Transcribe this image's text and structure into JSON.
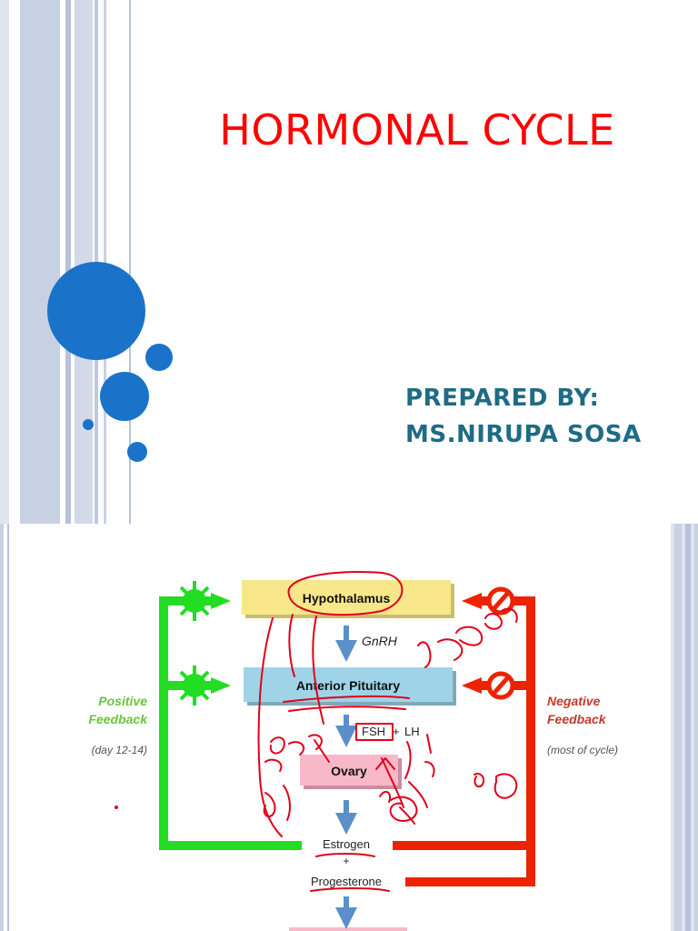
{
  "slide1": {
    "title": "HORMONAL CYCLE",
    "prepared_by": "PREPARED BY:",
    "author": "MS.NIRUPA SOSA",
    "colors": {
      "title": "#ff0000",
      "author": "#1f6b84",
      "bubble": "#1a73c9",
      "stripe": "#c8d0e4"
    }
  },
  "diagram": {
    "nodes": {
      "hypothalamus": "Hypothalamus",
      "anterior_pituitary": "Anterior Pituitary",
      "ovary": "Ovary"
    },
    "hormones": {
      "gnrh": "GnRH",
      "fsh": "FSH",
      "plus": "+",
      "lh": "LH",
      "estrogen": "Estrogen",
      "plus2": "+",
      "progesterone": "Progesterone"
    },
    "positive": {
      "label1": "Positive",
      "label2": "Feedback",
      "note": "(day 12-14)"
    },
    "negative": {
      "label1": "Negative",
      "label2": "Feedback",
      "note": "(most of cycle)"
    },
    "colors": {
      "positive": "#22dd22",
      "negative": "#ee2200",
      "hypothalamus_box": "#f8e78a",
      "pituitary_box": "#9fd4e8",
      "ovary_box": "#f7b8c8",
      "arrow": "#5b8fc9",
      "annotation": "#e0001a"
    }
  }
}
